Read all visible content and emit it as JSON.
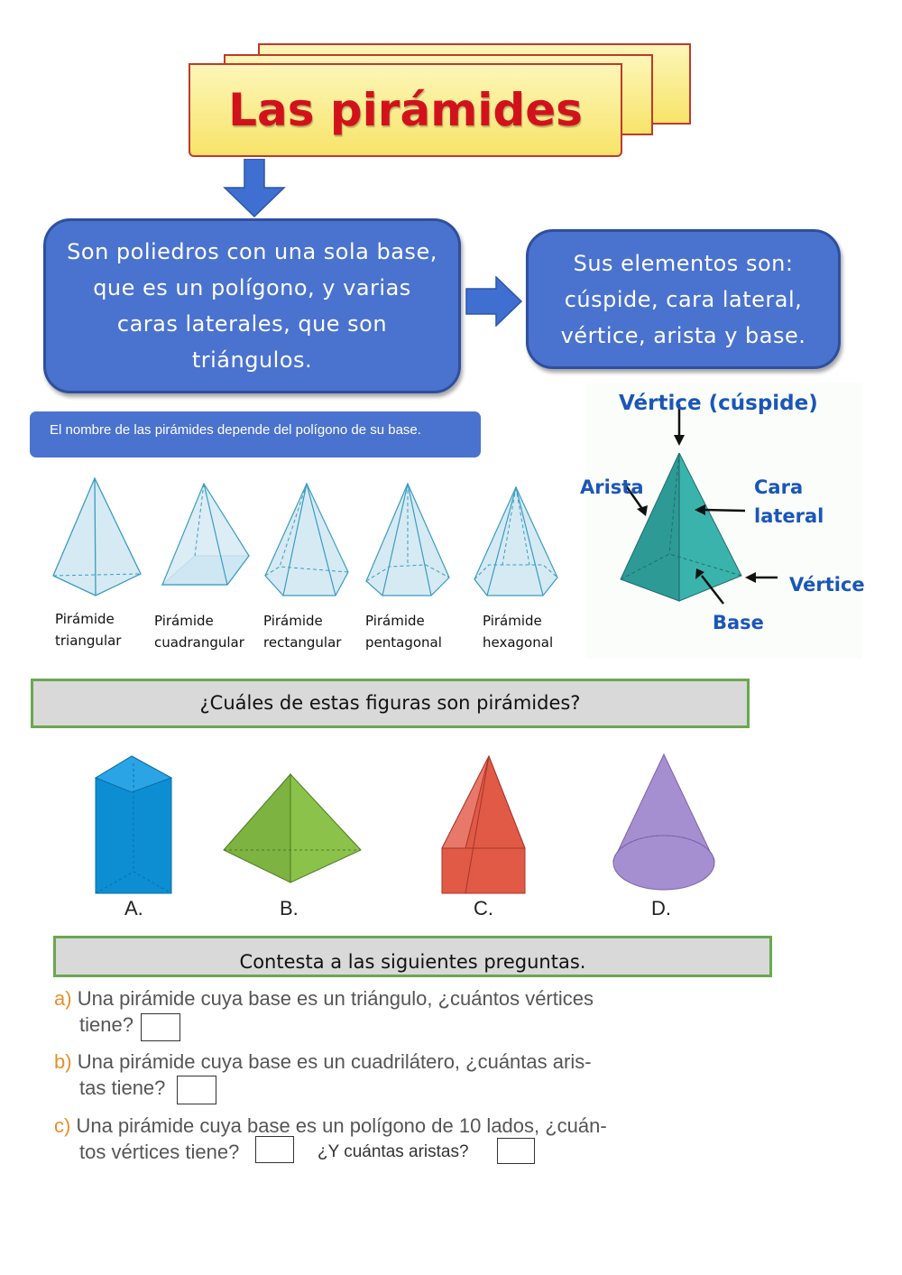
{
  "title": "Las pirámides",
  "definition": "Son poliedros con una sola base, que es un polígono, y varias caras laterales, que son triángulos.",
  "elements": "Sus elementos son: cúspide, cara lateral, vértice, arista y base.",
  "note": "El nombre de las pirámides depende del polígono de su base.",
  "pyramid_types": [
    {
      "line1": "Pirámide",
      "line2": "triangular"
    },
    {
      "line1": "Pirámide",
      "line2": "cuadrangular"
    },
    {
      "line1": "Pirámide",
      "line2": "rectangular"
    },
    {
      "line1": "Pirámide",
      "line2": "pentagonal"
    },
    {
      "line1": "Pirámide",
      "line2": "hexagonal"
    }
  ],
  "diagram_labels": {
    "vertex_cuspid": "Vértice (cúspide)",
    "edge": "Arista",
    "lateral_face_1": "Cara",
    "lateral_face_2": "lateral",
    "vertex": "Vértice",
    "base": "Base"
  },
  "question_title": "¿Cuáles de estas figuras son pirámides?",
  "figures": [
    "A.",
    "B.",
    "C.",
    "D."
  ],
  "answer_title": "Contesta a las siguientes preguntas.",
  "questions": [
    {
      "letter": "a)",
      "line1": "Una pirámide cuya base es un triángulo, ¿cuántos vértices",
      "line2": "tiene?"
    },
    {
      "letter": "b)",
      "line1": "Una pirámide cuya base es un cuadrilátero, ¿cuántas aris-",
      "line2": "tas tiene?"
    },
    {
      "letter": "c)",
      "line1": "Una pirámide cuya base es un polígono de 10 lados, ¿cuán-",
      "line2": "tos vértices tiene?"
    }
  ],
  "extra_question": "¿Y cuántas aristas?",
  "colors": {
    "blue_box": "#4a72cf",
    "title_red": "#d2121b",
    "banner_yellow": "#f7e46a",
    "green_border": "#6aa84f"
  }
}
